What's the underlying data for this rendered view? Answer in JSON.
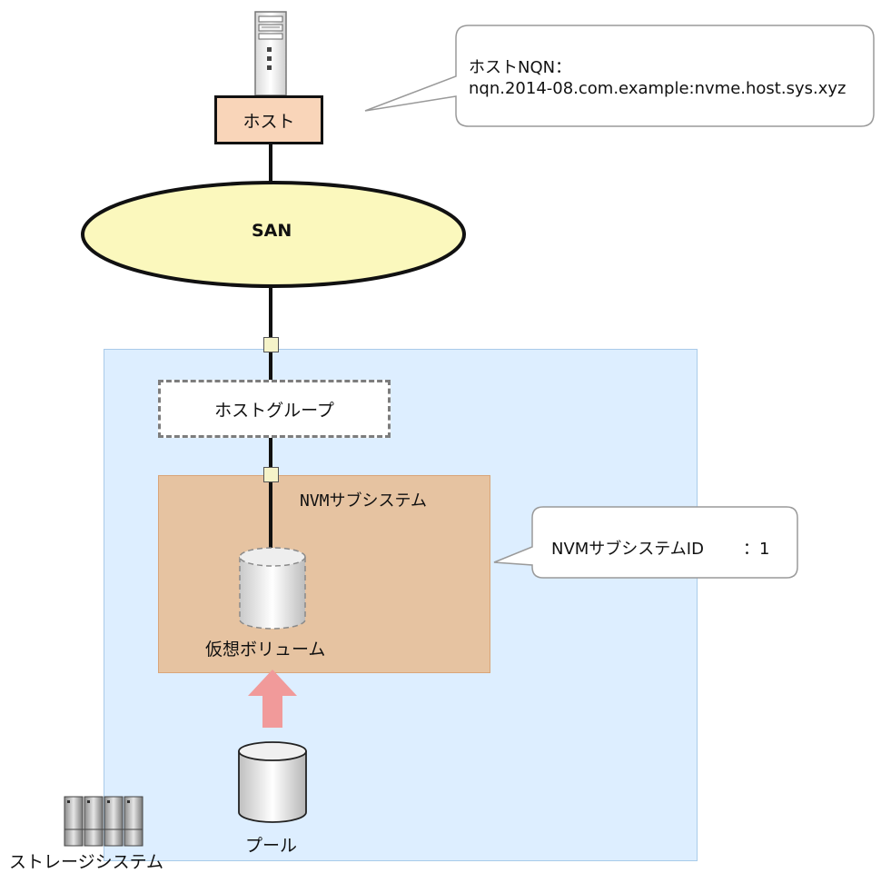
{
  "host": {
    "label": "ホスト",
    "icon": "server-tower-icon"
  },
  "host_callout": {
    "label": "ホストNQN：",
    "value": "nqn.2014-08.com.example:nvme.host.sys.xyz"
  },
  "san": {
    "label": "SAN"
  },
  "host_group": {
    "label": "ホストグループ"
  },
  "nvm_subsystem": {
    "label": "NVMサブシステム"
  },
  "nvm_callout": {
    "label": "NVMサブシステムID",
    "value": "：1"
  },
  "virtual_volume": {
    "label": "仮想ボリューム",
    "icon": "cylinder-dashed-icon"
  },
  "pool": {
    "label": "プール",
    "icon": "cylinder-icon"
  },
  "storage_system": {
    "label": "ストレージシステム",
    "icon": "storage-rack-icon"
  },
  "colors": {
    "storage_area": "#ddeeff",
    "nvm_box": "#e6c3a1",
    "host_box": "#f9d5b9",
    "san_ellipse": "#fbf8bd",
    "arrow": "#f19a9a"
  }
}
